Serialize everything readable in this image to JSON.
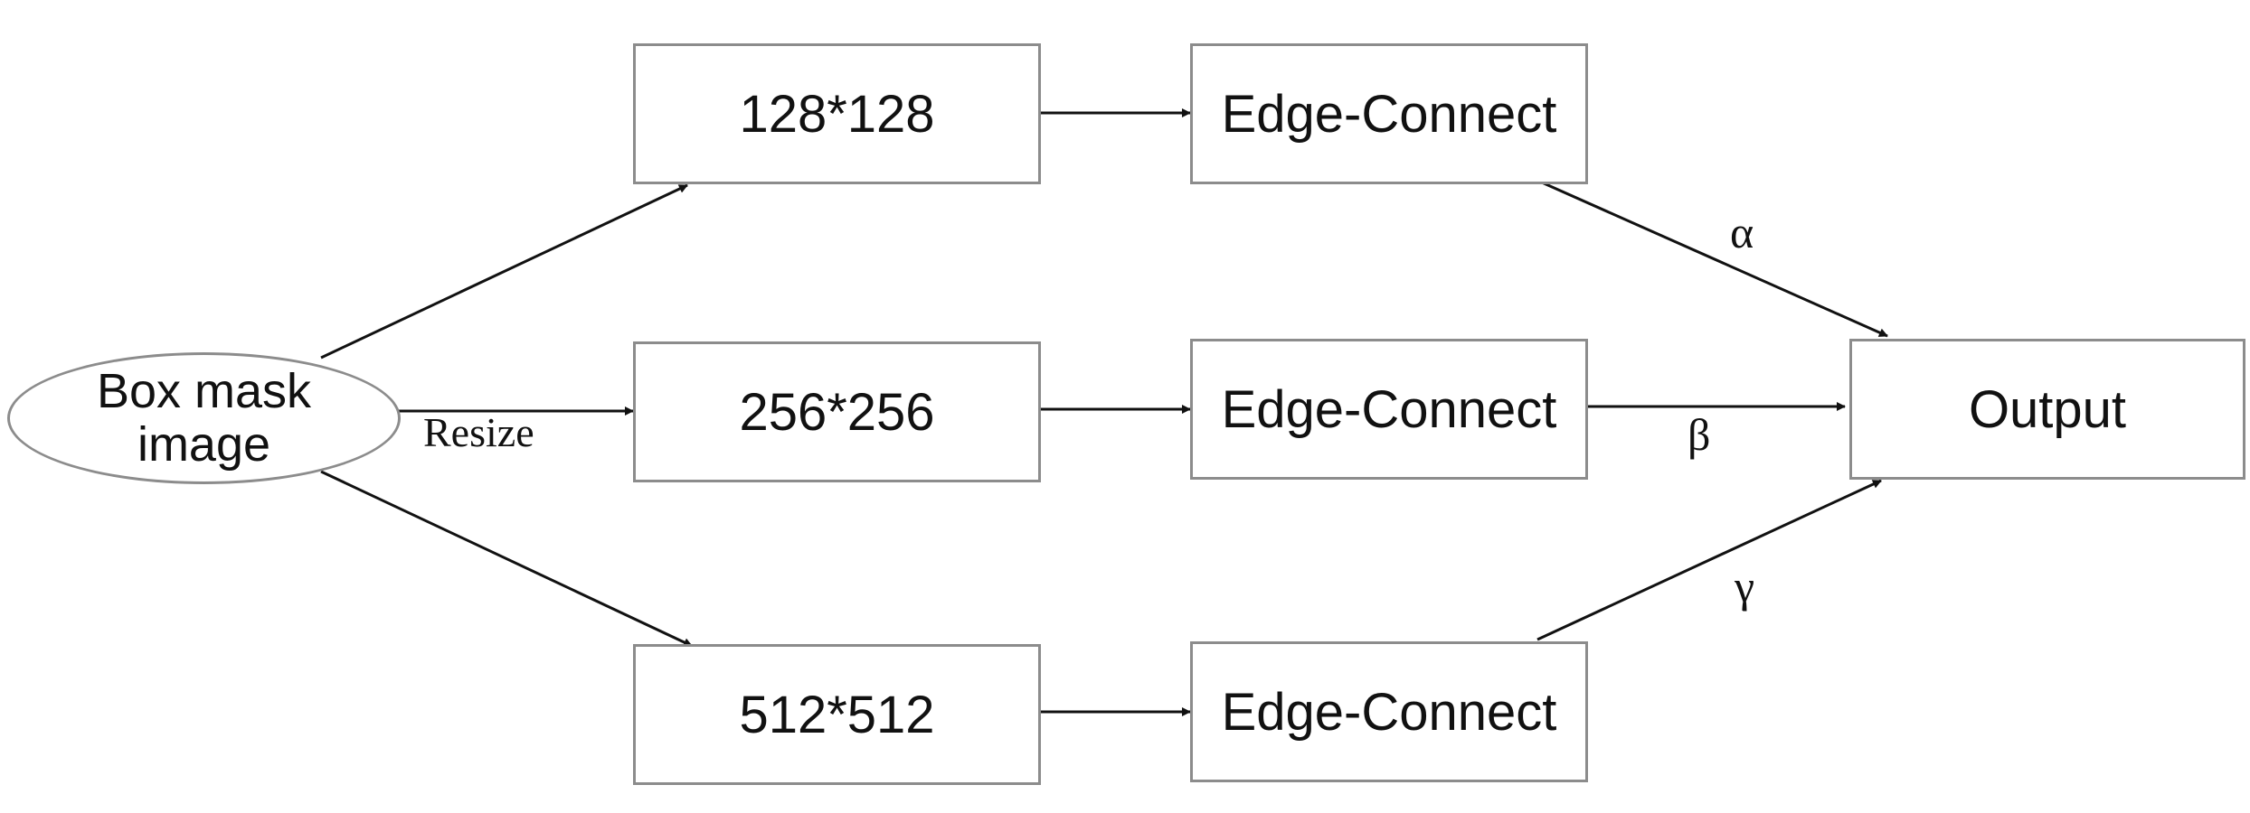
{
  "input": {
    "line1": "Box mask",
    "line2": "image"
  },
  "resize_label": "Resize",
  "branches": [
    {
      "size": "128*128",
      "model": "Edge-Connect",
      "weight": "α"
    },
    {
      "size": "256*256",
      "model": "Edge-Connect",
      "weight": "β"
    },
    {
      "size": "512*512",
      "model": "Edge-Connect",
      "weight": "γ"
    }
  ],
  "output": "Output",
  "colors": {
    "border": "#8c8c8c",
    "line": "#111111",
    "text": "#111111"
  }
}
